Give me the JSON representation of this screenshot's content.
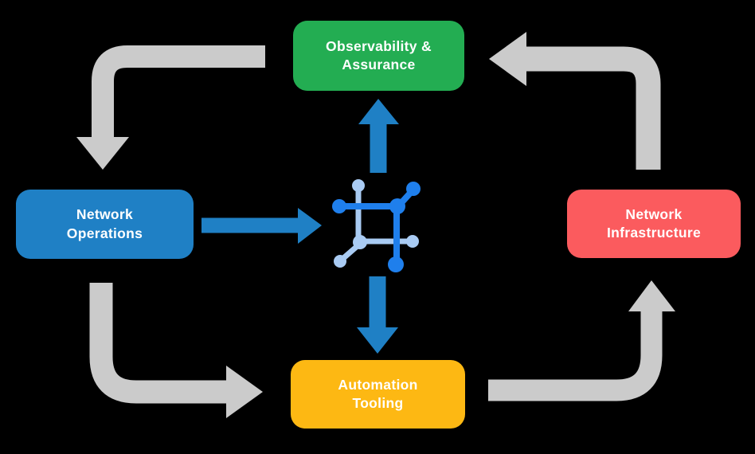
{
  "colors": {
    "bg": "#000000",
    "node-text": "#FFFFFF",
    "arrow-gray": "#CBCBCB",
    "arrow-blue": "#1F80C5",
    "icon-dark": "#1F7FEC",
    "icon-light": "#A9CBF3"
  },
  "nodes": [
    {
      "id": "observability-assurance",
      "label": "Observability &\nAssurance",
      "color": "#23AD52"
    },
    {
      "id": "network-operations",
      "label": "Network\nOperations",
      "color": "#1F80C5"
    },
    {
      "id": "network-infrastructure",
      "label": "Network\nInfrastructure",
      "color": "#FB5B5E"
    },
    {
      "id": "automation-tooling",
      "label": "Automation\nTooling",
      "color": "#FDB813"
    }
  ],
  "center_icon": {
    "name": "network-fabric-icon"
  },
  "edges": [
    {
      "from": "observability-assurance",
      "to": "network-operations",
      "style": "gray-elbow"
    },
    {
      "from": "network-infrastructure",
      "to": "observability-assurance",
      "style": "gray-elbow"
    },
    {
      "from": "network-operations",
      "to": "automation-tooling",
      "style": "gray-elbow"
    },
    {
      "from": "automation-tooling",
      "to": "network-infrastructure",
      "style": "gray-elbow"
    },
    {
      "from": "network-operations",
      "to": "network-fabric-icon",
      "style": "blue-straight"
    },
    {
      "from": "network-fabric-icon",
      "to": "observability-assurance",
      "style": "blue-straight"
    },
    {
      "from": "network-fabric-icon",
      "to": "automation-tooling",
      "style": "blue-straight"
    }
  ]
}
